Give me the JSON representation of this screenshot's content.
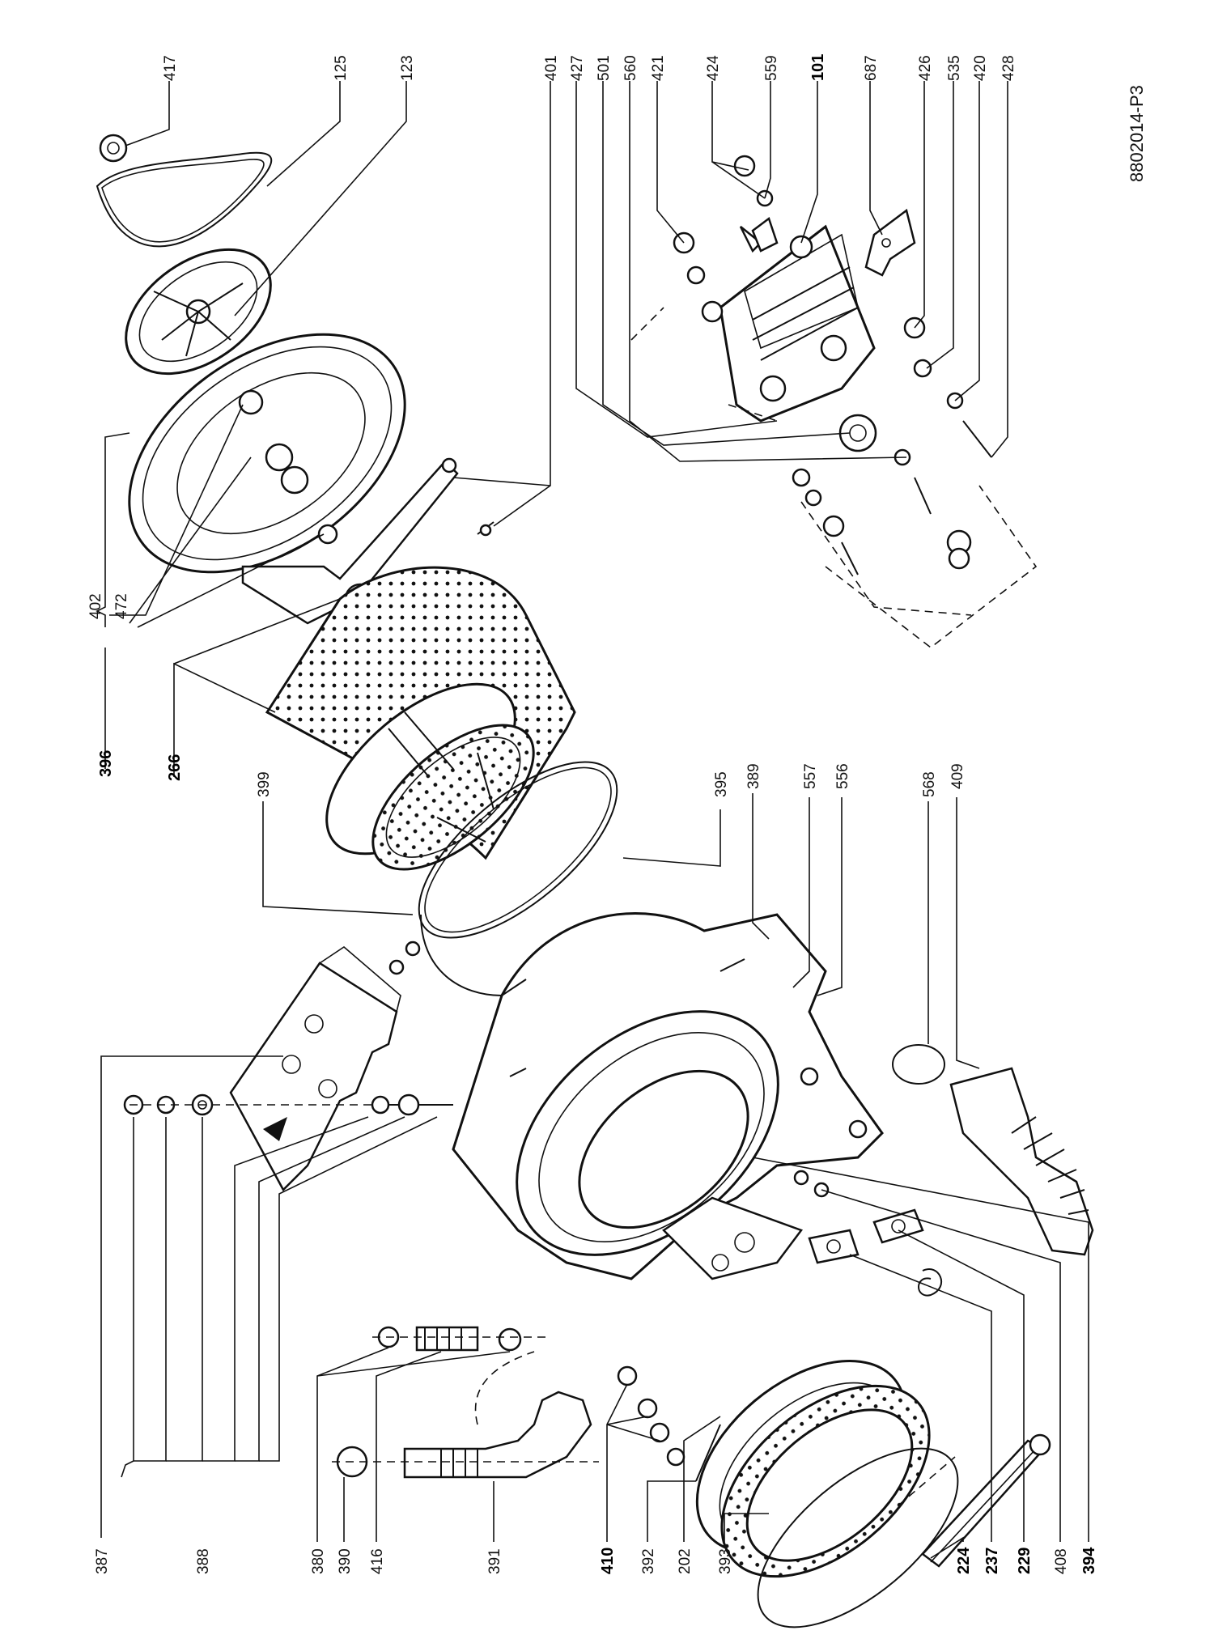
{
  "drawing_ref": "8802014-P3",
  "labels": {
    "l417": "417",
    "l125": "125",
    "l123": "123",
    "l401": "401",
    "l427": "427",
    "l501": "501",
    "l560": "560",
    "l421": "421",
    "l424": "424",
    "l559": "559",
    "l101": "101",
    "l687": "687",
    "l426": "426",
    "l535": "535",
    "l420": "420",
    "l428": "428",
    "l402": "402",
    "l472": "472",
    "l396": "396",
    "l266": "266",
    "l399": "399",
    "l395": "395",
    "l389": "389",
    "l557": "557",
    "l556": "556",
    "l568": "568",
    "l409": "409",
    "l387": "387",
    "l388": "388",
    "l380": "380",
    "l390": "390",
    "l416": "416",
    "l391": "391",
    "l410": "410",
    "l392": "392",
    "l202": "202",
    "l393": "393",
    "l224": "224",
    "l237": "237",
    "l229": "229",
    "l408": "408",
    "l394": "394"
  }
}
